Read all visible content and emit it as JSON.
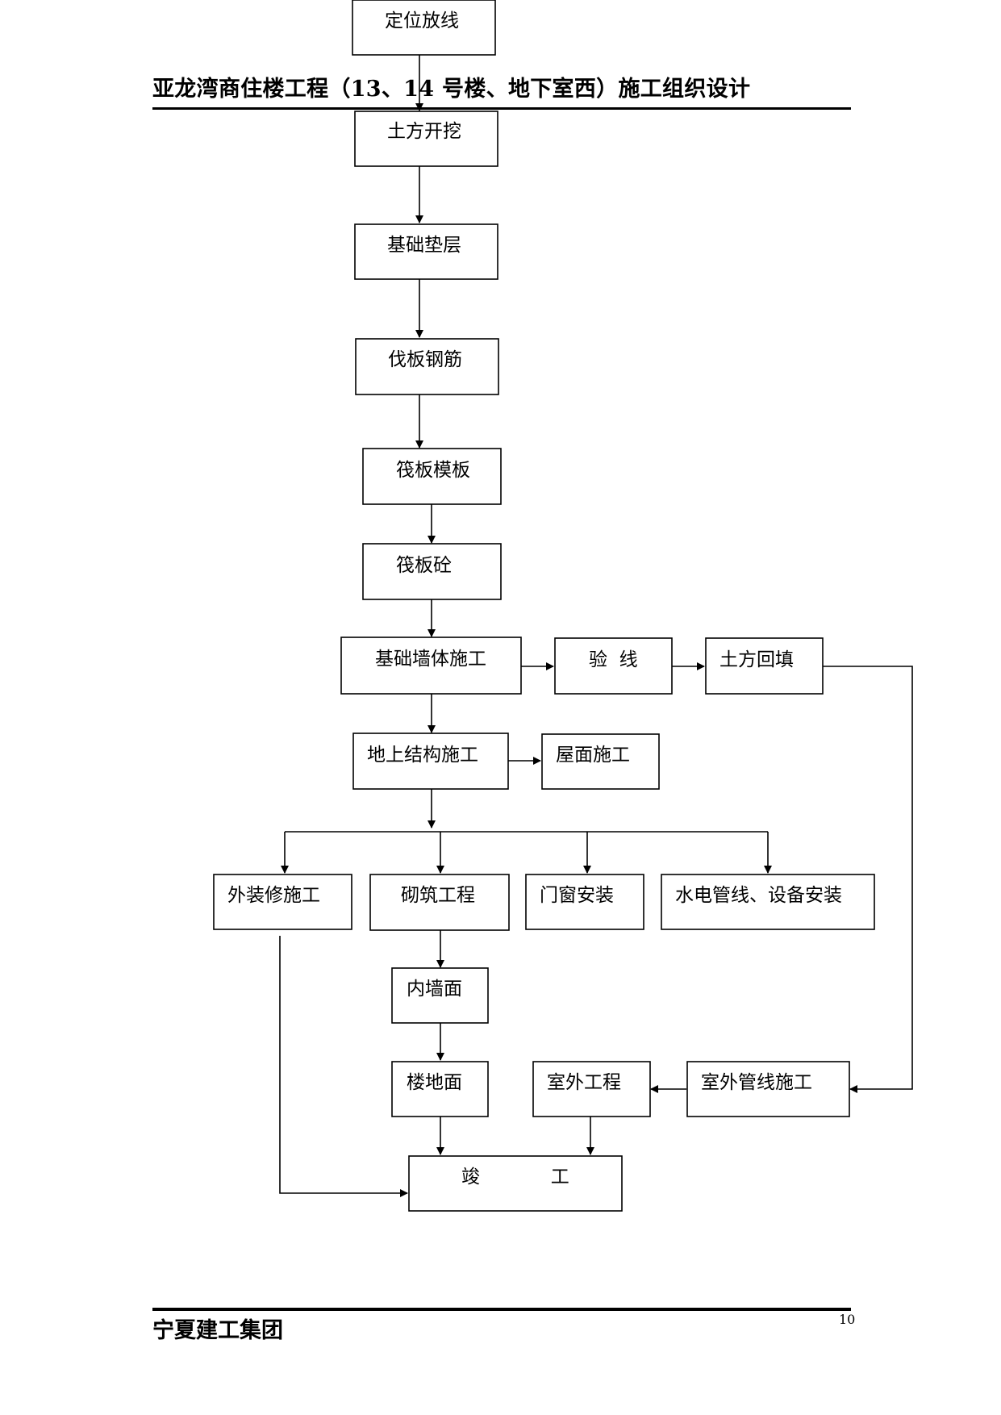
{
  "header": {
    "title": "亚龙湾商住楼工程（13、14 号楼、地下室西）施工组织设计"
  },
  "footer": {
    "organization": "宁夏建工集团",
    "page_number": "10"
  },
  "flowchart": {
    "nodes": [
      {
        "id": "n1",
        "label": "定位放线"
      },
      {
        "id": "n2",
        "label": "土方开挖"
      },
      {
        "id": "n3",
        "label": "基础垫层"
      },
      {
        "id": "n4",
        "label": "伐板钢筋"
      },
      {
        "id": "n5",
        "label": "筏板模板"
      },
      {
        "id": "n6",
        "label": "筏板砼"
      },
      {
        "id": "n7",
        "label": "基础墙体施工"
      },
      {
        "id": "n8",
        "label": "验  线"
      },
      {
        "id": "n9",
        "label": "土方回填"
      },
      {
        "id": "n10",
        "label": "地上结构施工"
      },
      {
        "id": "n11",
        "label": "屋面施工"
      },
      {
        "id": "n12",
        "label": "外装修施工"
      },
      {
        "id": "n13",
        "label": "砌筑工程"
      },
      {
        "id": "n14",
        "label": "门窗安装"
      },
      {
        "id": "n15",
        "label": "水电管线、设备安装"
      },
      {
        "id": "n16",
        "label": "内墙面"
      },
      {
        "id": "n17",
        "label": "楼地面"
      },
      {
        "id": "n18",
        "label": "室外工程"
      },
      {
        "id": "n19",
        "label": "室外管线施工"
      },
      {
        "id": "n20",
        "label": "竣            工"
      }
    ],
    "edges": [
      {
        "from": "n1",
        "to": "n2"
      },
      {
        "from": "n2",
        "to": "n3"
      },
      {
        "from": "n3",
        "to": "n4"
      },
      {
        "from": "n4",
        "to": "n5"
      },
      {
        "from": "n5",
        "to": "n6"
      },
      {
        "from": "n6",
        "to": "n7"
      },
      {
        "from": "n7",
        "to": "n8"
      },
      {
        "from": "n8",
        "to": "n9"
      },
      {
        "from": "n7",
        "to": "n10"
      },
      {
        "from": "n10",
        "to": "n11"
      },
      {
        "from": "n10",
        "to": "n12"
      },
      {
        "from": "n10",
        "to": "n13"
      },
      {
        "from": "n10",
        "to": "n14"
      },
      {
        "from": "n10",
        "to": "n15"
      },
      {
        "from": "n13",
        "to": "n16"
      },
      {
        "from": "n16",
        "to": "n17"
      },
      {
        "from": "n9",
        "to": "n19"
      },
      {
        "from": "n19",
        "to": "n18"
      },
      {
        "from": "n17",
        "to": "n20"
      },
      {
        "from": "n18",
        "to": "n20"
      },
      {
        "from": "n12",
        "to": "n20"
      }
    ]
  }
}
